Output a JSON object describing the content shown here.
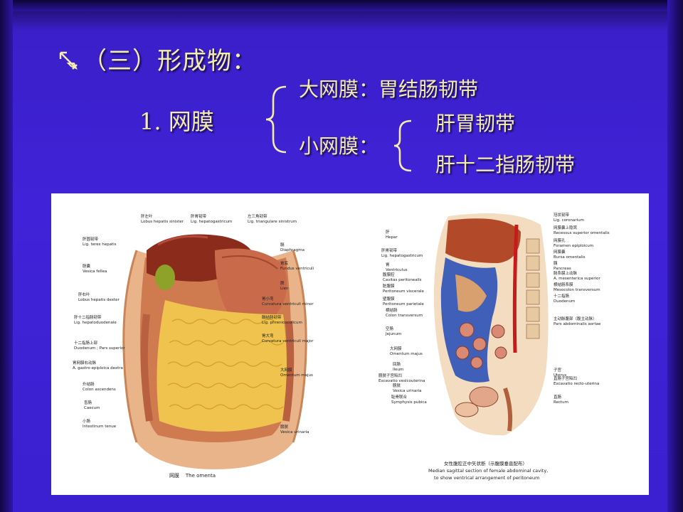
{
  "slide": {
    "title": "（三）形成物：",
    "item_1": "1.  网膜",
    "greater_omentum": "大网膜：胃结肠韧带",
    "lesser_omentum": "小网膜：",
    "ligament_a": "肝胃韧带",
    "ligament_b": "肝十二指肠韧带"
  },
  "figure_left": {
    "caption_cn": "网膜",
    "caption_en": "The omenta",
    "labels": [
      {
        "cn": "肝圆韧带",
        "en": "Lig. teres hepatis"
      },
      {
        "cn": "胆囊",
        "en": "Vesica fellea"
      },
      {
        "cn": "肝右叶",
        "en": "Lobus hepatis dexter"
      },
      {
        "cn": "肝十二指肠韧带",
        "en": "Lig. hepatoduodenale"
      },
      {
        "cn": "十二指肠上部",
        "en": "Duodenum ; Pars superior"
      },
      {
        "cn": "胃网膜右动脉",
        "en": "A. gastro-epiploica dextra"
      },
      {
        "cn": "升结肠",
        "en": "Colon ascendens"
      },
      {
        "cn": "盲肠",
        "en": "Caecum"
      },
      {
        "cn": "小肠",
        "en": "Intestinum tenue"
      }
    ],
    "top_labels": [
      {
        "cn": "肝左叶",
        "en": "Lobus hepatis sinister"
      },
      {
        "cn": "肝胃韧带",
        "en": "Lig. hepatogastricum"
      },
      {
        "cn": "左三角韧带",
        "en": "Lig. triangulare sinistrum"
      }
    ],
    "right_labels": [
      {
        "cn": "膈",
        "en": "Diaphragma"
      },
      {
        "cn": "胃底",
        "en": "Fundus ventriculi"
      },
      {
        "cn": "脾",
        "en": "Lien"
      },
      {
        "cn": "胃小弯",
        "en": "Curvatura ventriculi minor"
      },
      {
        "cn": "膈结肠韧带",
        "en": "Lig. phrenicocolicum"
      },
      {
        "cn": "胃大弯",
        "en": "Curvatura ventriculi major"
      },
      {
        "cn": "大网膜",
        "en": "Omentum majus"
      },
      {
        "cn": "膀胱",
        "en": "Vesica urinaria"
      }
    ]
  },
  "figure_right": {
    "caption_cn": "女性腹腔正中矢状断（示腹膜垂直配布）",
    "caption_en_1": "Median sagittal section of female abdominal cavity,",
    "caption_en_2": "to show ventrical arrangement of peritoneum",
    "left_labels": [
      {
        "cn": "肝",
        "en": "Hepar"
      },
      {
        "cn": "肝胃韧带",
        "en": "Lig. hepatogastricum"
      },
      {
        "cn": "胃",
        "en": "Ventriculus"
      },
      {
        "cn": "腹膜腔",
        "en": "Cavitas peritonealis"
      },
      {
        "cn": "脏腹膜",
        "en": "Peritoneum viscerale"
      },
      {
        "cn": "壁腹膜",
        "en": "Peritoneum parietale"
      },
      {
        "cn": "横结肠",
        "en": "Colon transversum"
      },
      {
        "cn": "空肠",
        "en": "Jejunum"
      },
      {
        "cn": "大网膜",
        "en": "Omentum majus"
      },
      {
        "cn": "回肠",
        "en": "Ileum"
      },
      {
        "cn": "膀胱子宫陷凹",
        "en": "Excavatio vesicouterina"
      },
      {
        "cn": "膀胱",
        "en": "Vesica urinaria"
      },
      {
        "cn": "耻骨联合",
        "en": "Symphysis pubica"
      }
    ],
    "right_labels": [
      {
        "cn": "冠状韧带",
        "en": "Lig. coronarium"
      },
      {
        "cn": "网膜囊上隐窝",
        "en": "Recessus superior omentalis"
      },
      {
        "cn": "网膜孔",
        "en": "Foramen epiploicum"
      },
      {
        "cn": "网膜囊",
        "en": "Bursa omentalis"
      },
      {
        "cn": "胰",
        "en": "Pancreas"
      },
      {
        "cn": "肠系膜上动脉",
        "en": "A. mesenterica superior"
      },
      {
        "cn": "横结肠系膜",
        "en": "Mesocolon transversum"
      },
      {
        "cn": "十二指肠",
        "en": "Duodenum"
      },
      {
        "cn": "主动脉腹部（腹主动脉）",
        "en": "Pars abdominalis aortae"
      },
      {
        "cn": "子宫",
        "en": "Uterus"
      },
      {
        "cn": "直肠子宫陷凹",
        "en": "Excavatio recto-uterina"
      },
      {
        "cn": "直肠",
        "en": "Rectum"
      }
    ]
  }
}
